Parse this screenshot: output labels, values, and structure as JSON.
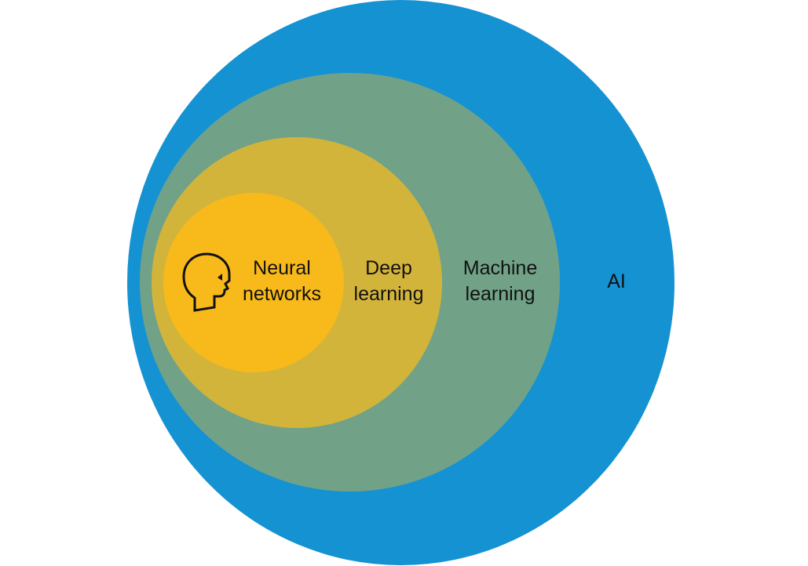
{
  "diagram": {
    "circles": [
      {
        "id": "ai",
        "label_lines": [
          "AI"
        ],
        "color": "#1592D2"
      },
      {
        "id": "machine_learning",
        "label_lines": [
          "Machine",
          "learning"
        ],
        "color": "#71A288"
      },
      {
        "id": "deep_learning",
        "label_lines": [
          "Deep",
          "learning"
        ],
        "color": "#D3B43B"
      },
      {
        "id": "neural_networks",
        "label_lines": [
          "Neural",
          "networks"
        ],
        "color": "#F8B91A"
      }
    ],
    "icon": "human-head-icon",
    "text_color": "#111111"
  }
}
